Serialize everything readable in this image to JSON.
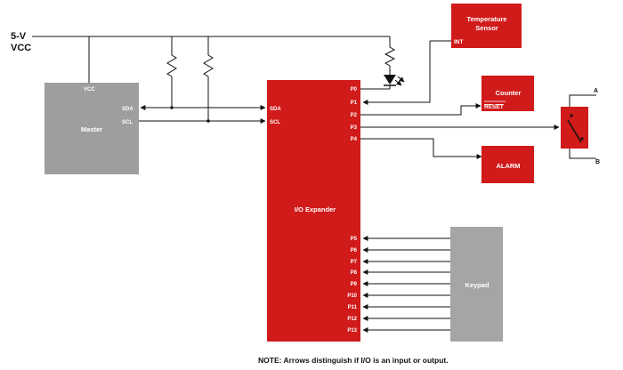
{
  "supply": {
    "line1": "5-V",
    "line2": "VCC"
  },
  "master": {
    "title": "Master",
    "vcc": "VCC",
    "sda": "SDA",
    "scl": "SCL"
  },
  "expander": {
    "title": "I/O Expander",
    "sda": "SDA",
    "scl": "SCL",
    "pins": [
      "P0",
      "P1",
      "P2",
      "P3",
      "P4",
      "P5",
      "P6",
      "P7",
      "P8",
      "P9",
      "P10",
      "P11",
      "P12",
      "P13"
    ]
  },
  "temperature_sensor": {
    "line1": "Temperature",
    "line2": "Sensor",
    "pin": "INT"
  },
  "counter": {
    "title": "Counter",
    "pin": "RESET"
  },
  "alarm": {
    "title": "ALARM"
  },
  "switch": {
    "terminal_a": "A",
    "terminal_b": "B"
  },
  "keypad": {
    "title": "Keypad"
  },
  "note": "NOTE: Arrows distinguish if I/O is an input or output.",
  "colors": {
    "expander_red": "#d11a1a",
    "master_gray": "#9e9e9e",
    "keypad_gray": "#a5a5a5",
    "wire": "#111111"
  }
}
